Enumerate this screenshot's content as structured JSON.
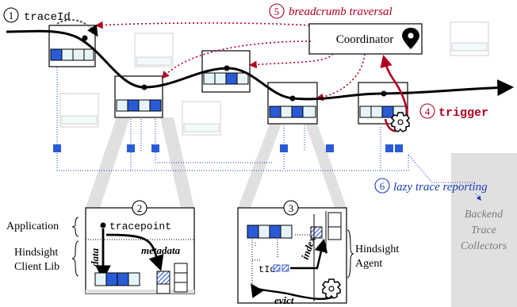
{
  "step1": {
    "number": "1",
    "label": "traceId"
  },
  "step2": {
    "number": "2",
    "tracepoint": "tracepoint",
    "data": "data",
    "metadata": "metadata"
  },
  "step3": {
    "number": "3",
    "tid": "tId",
    "index": "index",
    "evict": "evict"
  },
  "step4": {
    "number": "4",
    "label": "trigger"
  },
  "step5": {
    "number": "5",
    "label": "breadcrumb traversal"
  },
  "step6": {
    "number": "6",
    "label": "lazy trace reporting"
  },
  "coordinator": "Coordinator",
  "left_labels": {
    "application": "Application",
    "client_line1": "Hindsight",
    "client_line2": "Client Lib"
  },
  "agent_label": {
    "line1": "Hindsight",
    "line2": "Agent"
  },
  "backend": {
    "line1": "Backend",
    "line2": "Trace",
    "line3": "Collectors"
  },
  "colors": {
    "blue": "#2a5bd7",
    "light_blue": "#e6f4f8",
    "dark_red": "#b00020",
    "navy": "#1a3cb8",
    "gray_panel": "#e0e0e0",
    "black": "#000000"
  }
}
